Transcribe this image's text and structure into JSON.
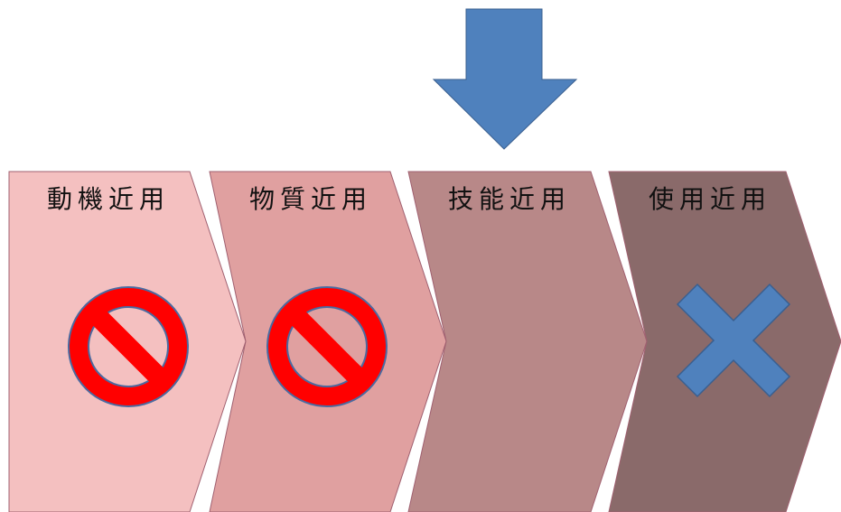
{
  "diagram": {
    "stages": [
      {
        "label": "動機近用",
        "fill": "#f4c0c0",
        "status_icon": "prohibited-icon"
      },
      {
        "label": "物質近用",
        "fill": "#e0a0a0",
        "status_icon": "prohibited-icon"
      },
      {
        "label": "技能近用",
        "fill": "#b88888",
        "status_icon": "none"
      },
      {
        "label": "使用近用",
        "fill": "#8a6a6a",
        "status_icon": "cross-icon"
      }
    ],
    "pointer_arrow": {
      "icon": "down-arrow-icon",
      "color": "#4f81bd",
      "target_stage": "技能近用"
    },
    "colors": {
      "prohibited_fill": "#ff0000",
      "prohibited_stroke": "#4a6aa0",
      "cross_fill": "#4f81bd",
      "cross_stroke": "#3a5f8f",
      "chevron_stroke": "#a06070"
    }
  }
}
